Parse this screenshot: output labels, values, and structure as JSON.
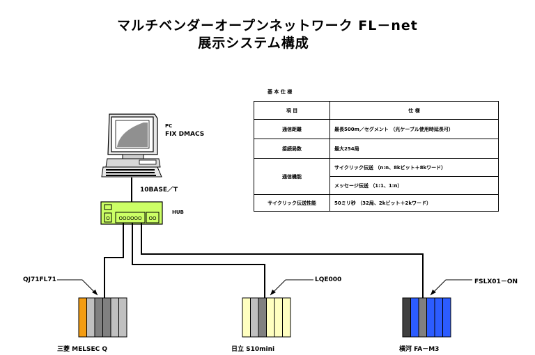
{
  "title": {
    "line1": "マルチベンダーオープンネットワーク FL－net",
    "line2": "展示システム構成"
  },
  "pc": {
    "label": "PC",
    "name": "FIX DMACS"
  },
  "network": {
    "cable_label": "10BASE／T",
    "hub_label": "HUB"
  },
  "hub_ports": {
    "left": "O",
    "middle": "OOOOOO",
    "right": "OO"
  },
  "spec_table": {
    "heading": "基 本 仕 様",
    "header": {
      "item": "項 目",
      "spec": "仕 様"
    },
    "rows": [
      {
        "item": "通信距離",
        "spec": "最長500m／セグメント （光ケーブル使用時延長可）"
      },
      {
        "item": "接続局数",
        "spec": "最大254局"
      },
      {
        "item": "通信機能",
        "spec": "サイクリック伝送 （n:n、8kビット＋8kワード）"
      },
      {
        "item": "",
        "spec": "メッセージ伝送 （1:1、1:n）"
      },
      {
        "item": "サイクリック伝送性能",
        "spec": "50ミリ秒 （32局、2kビット＋2kワード）"
      }
    ]
  },
  "plcs": [
    {
      "unit_label": "QJ71FL71",
      "name": "三菱 MELSEC Q",
      "colors": [
        "#f39c12",
        "#c0c0c0",
        "#808080",
        "#808080",
        "#c0c0c0",
        "#c0c0c0"
      ]
    },
    {
      "unit_label": "LQE000",
      "name": "日立 S10mini",
      "colors": [
        "#ffffc0",
        "#c0c0c0",
        "#808080",
        "#ffffc0",
        "#ffffc0",
        "#ffffc0"
      ]
    },
    {
      "unit_label": "FSLX01－ON",
      "name": "横河 FA－M3",
      "colors": [
        "#404040",
        "#2c5cff",
        "#808080",
        "#2c5cff",
        "#2c5cff",
        "#2c5cff"
      ]
    }
  ],
  "colors": {
    "hub": "#ccff66"
  }
}
